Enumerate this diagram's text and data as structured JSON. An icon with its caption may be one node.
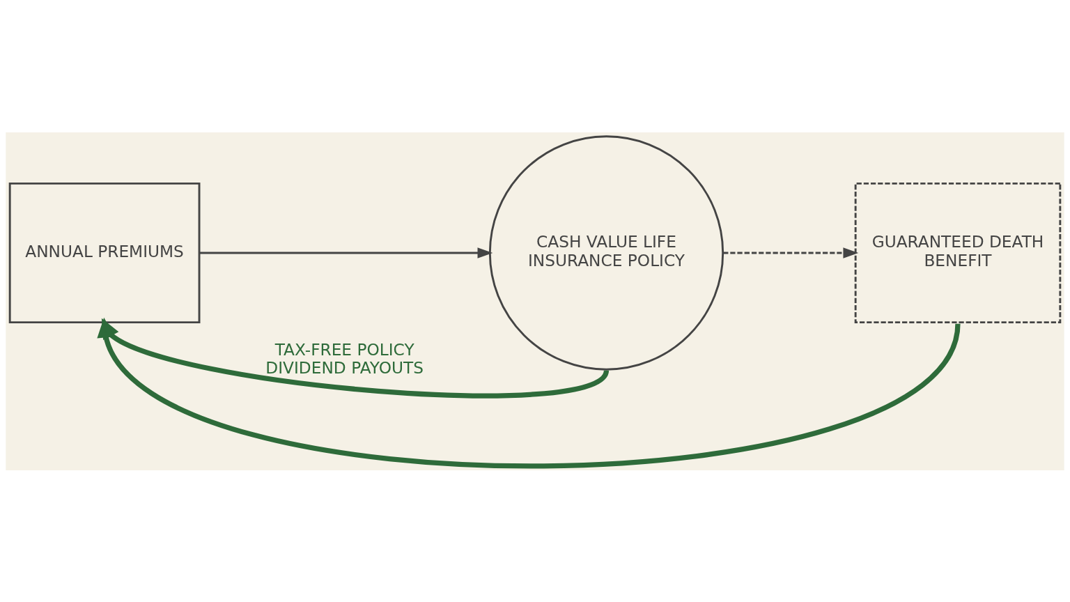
{
  "diagram": {
    "nodes": [
      {
        "text": [
          "ANNUAL PREMIUMS"
        ]
      },
      {
        "text": [
          "CASH VALUE LIFE INSURANCE POLICY"
        ]
      },
      {
        "text": [
          "GUARANTEED DEATH BENEFIT"
        ]
      }
    ],
    "edges": [
      {
        "from": 0,
        "to": 1,
        "arrow": "to"
      },
      {
        "from": 1,
        "to": 2,
        "arrow": "to",
        "style": "dashed"
      },
      {
        "from": 1,
        "to": 0,
        "arrow": "to",
        "style": "thick",
        "color": "#2e6b3a",
        "label": "TAX-FREE POLICY DIVIDEND PAYOUTS"
      },
      {
        "from": 2,
        "to": 0,
        "arrow": "to",
        "style": "thick",
        "color": "#2e6b3a"
      }
    ]
  }
}
